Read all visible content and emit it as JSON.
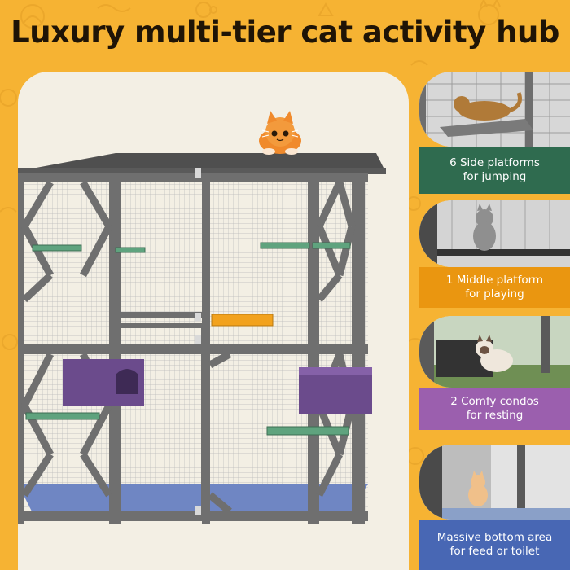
{
  "headline": "Luxury multi-tier cat activity hub",
  "colors": {
    "background": "#f6b333",
    "panel": "#f3efe4",
    "frame": "#6f6f6f",
    "platform_green": "#5fa37e",
    "platform_orange": "#f2a21e",
    "condo_purple": "#6b4b8c",
    "floor_blue": "#6f86c3"
  },
  "features": [
    {
      "line1": "6 Side platforms",
      "line2": "for jumping",
      "color": "#2f6b4f",
      "photo": "cat-on-side-platform"
    },
    {
      "line1": "1 Middle platform",
      "line2": "for playing",
      "color": "#ea9610",
      "photo": "cat-on-middle-platform"
    },
    {
      "line1": "2 Comfy condos",
      "line2": "for resting",
      "color": "#9b5fae",
      "photo": "cat-in-condo"
    },
    {
      "line1": "Massive bottom area",
      "line2": "for feed or toilet",
      "color": "#4867b4",
      "photo": "cat-in-bottom-area"
    }
  ]
}
